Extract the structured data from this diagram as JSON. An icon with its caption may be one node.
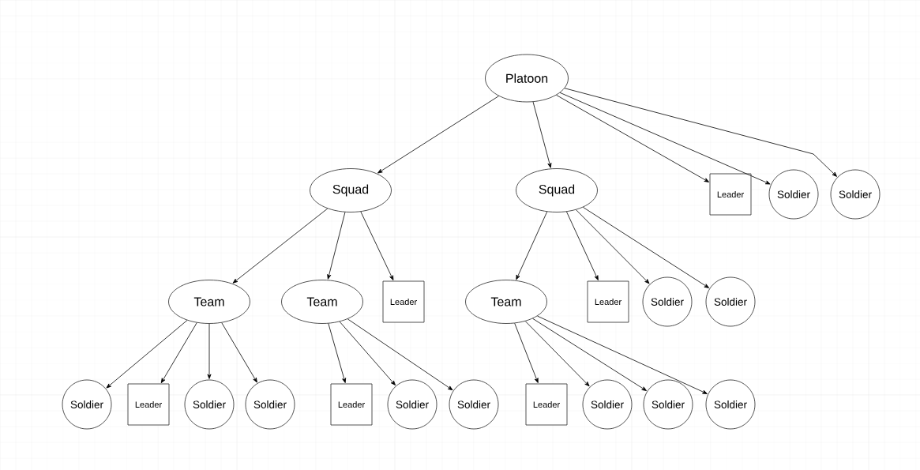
{
  "diagram": {
    "nodes": [
      {
        "text": [
          "Platoon"
        ]
      },
      {
        "text": [
          "Squad"
        ]
      },
      {
        "text": [
          "Squad"
        ]
      },
      {
        "text": [
          "Leader"
        ]
      },
      {
        "text": [
          "Soldier"
        ]
      },
      {
        "text": [
          "Soldier"
        ]
      },
      {
        "text": [
          "Team"
        ]
      },
      {
        "text": [
          "Team"
        ]
      },
      {
        "text": [
          "Leader"
        ]
      },
      {
        "text": [
          "Team"
        ]
      },
      {
        "text": [
          "Leader"
        ]
      },
      {
        "text": [
          "Soldier"
        ]
      },
      {
        "text": [
          "Soldier"
        ]
      },
      {
        "text": [
          "Soldier"
        ]
      },
      {
        "text": [
          "Leader"
        ]
      },
      {
        "text": [
          "Soldier"
        ]
      },
      {
        "text": [
          "Soldier"
        ]
      },
      {
        "text": [
          "Leader"
        ]
      },
      {
        "text": [
          "Soldier"
        ]
      },
      {
        "text": [
          "Soldier"
        ]
      },
      {
        "text": [
          "Leader"
        ]
      },
      {
        "text": [
          "Soldier"
        ]
      },
      {
        "text": [
          "Soldier"
        ]
      },
      {
        "text": [
          "Soldier"
        ]
      }
    ],
    "edges": [
      {
        "from": 0,
        "to": 1,
        "arrow": "to"
      },
      {
        "from": 0,
        "to": 2,
        "arrow": "to"
      },
      {
        "from": 0,
        "to": 3,
        "arrow": "to"
      },
      {
        "from": 0,
        "to": 4,
        "arrow": "to"
      },
      {
        "from": 0,
        "to": 5,
        "arrow": "to"
      },
      {
        "from": 1,
        "to": 6,
        "arrow": "to"
      },
      {
        "from": 1,
        "to": 7,
        "arrow": "to"
      },
      {
        "from": 1,
        "to": 8,
        "arrow": "to"
      },
      {
        "from": 2,
        "to": 9,
        "arrow": "to"
      },
      {
        "from": 2,
        "to": 10,
        "arrow": "to"
      },
      {
        "from": 2,
        "to": 11,
        "arrow": "to"
      },
      {
        "from": 2,
        "to": 12,
        "arrow": "to"
      },
      {
        "from": 6,
        "to": 13,
        "arrow": "to"
      },
      {
        "from": 6,
        "to": 14,
        "arrow": "to"
      },
      {
        "from": 6,
        "to": 15,
        "arrow": "to"
      },
      {
        "from": 6,
        "to": 16,
        "arrow": "to"
      },
      {
        "from": 7,
        "to": 17,
        "arrow": "to"
      },
      {
        "from": 7,
        "to": 18,
        "arrow": "to"
      },
      {
        "from": 7,
        "to": 19,
        "arrow": "to"
      },
      {
        "from": 9,
        "to": 20,
        "arrow": "to"
      },
      {
        "from": 9,
        "to": 21,
        "arrow": "to"
      },
      {
        "from": 9,
        "to": 22,
        "arrow": "to"
      },
      {
        "from": 9,
        "to": 23,
        "arrow": "to"
      }
    ]
  }
}
